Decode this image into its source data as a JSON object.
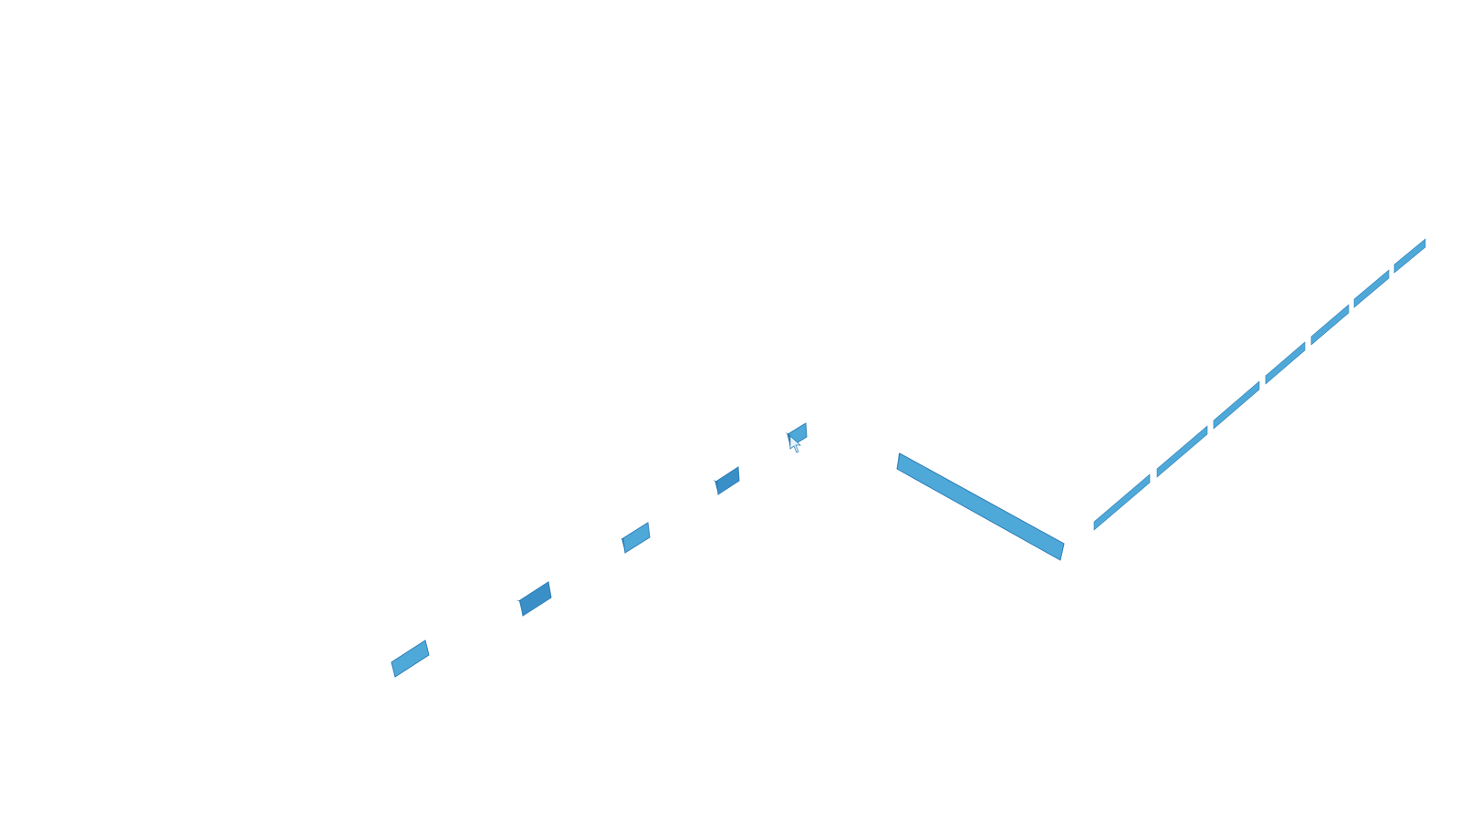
{
  "scene": {
    "background": "#ffffff",
    "colors": {
      "tile_light": "#4ea8d8",
      "tile_dark": "#3a8fc6",
      "tile_edge": "#2f7fb8",
      "highlight": "#e8f4fb"
    },
    "small_tile_count": 5,
    "long_bar_count": 1,
    "dash_segment_count": 7,
    "marker_icon": "cursor-icon"
  }
}
